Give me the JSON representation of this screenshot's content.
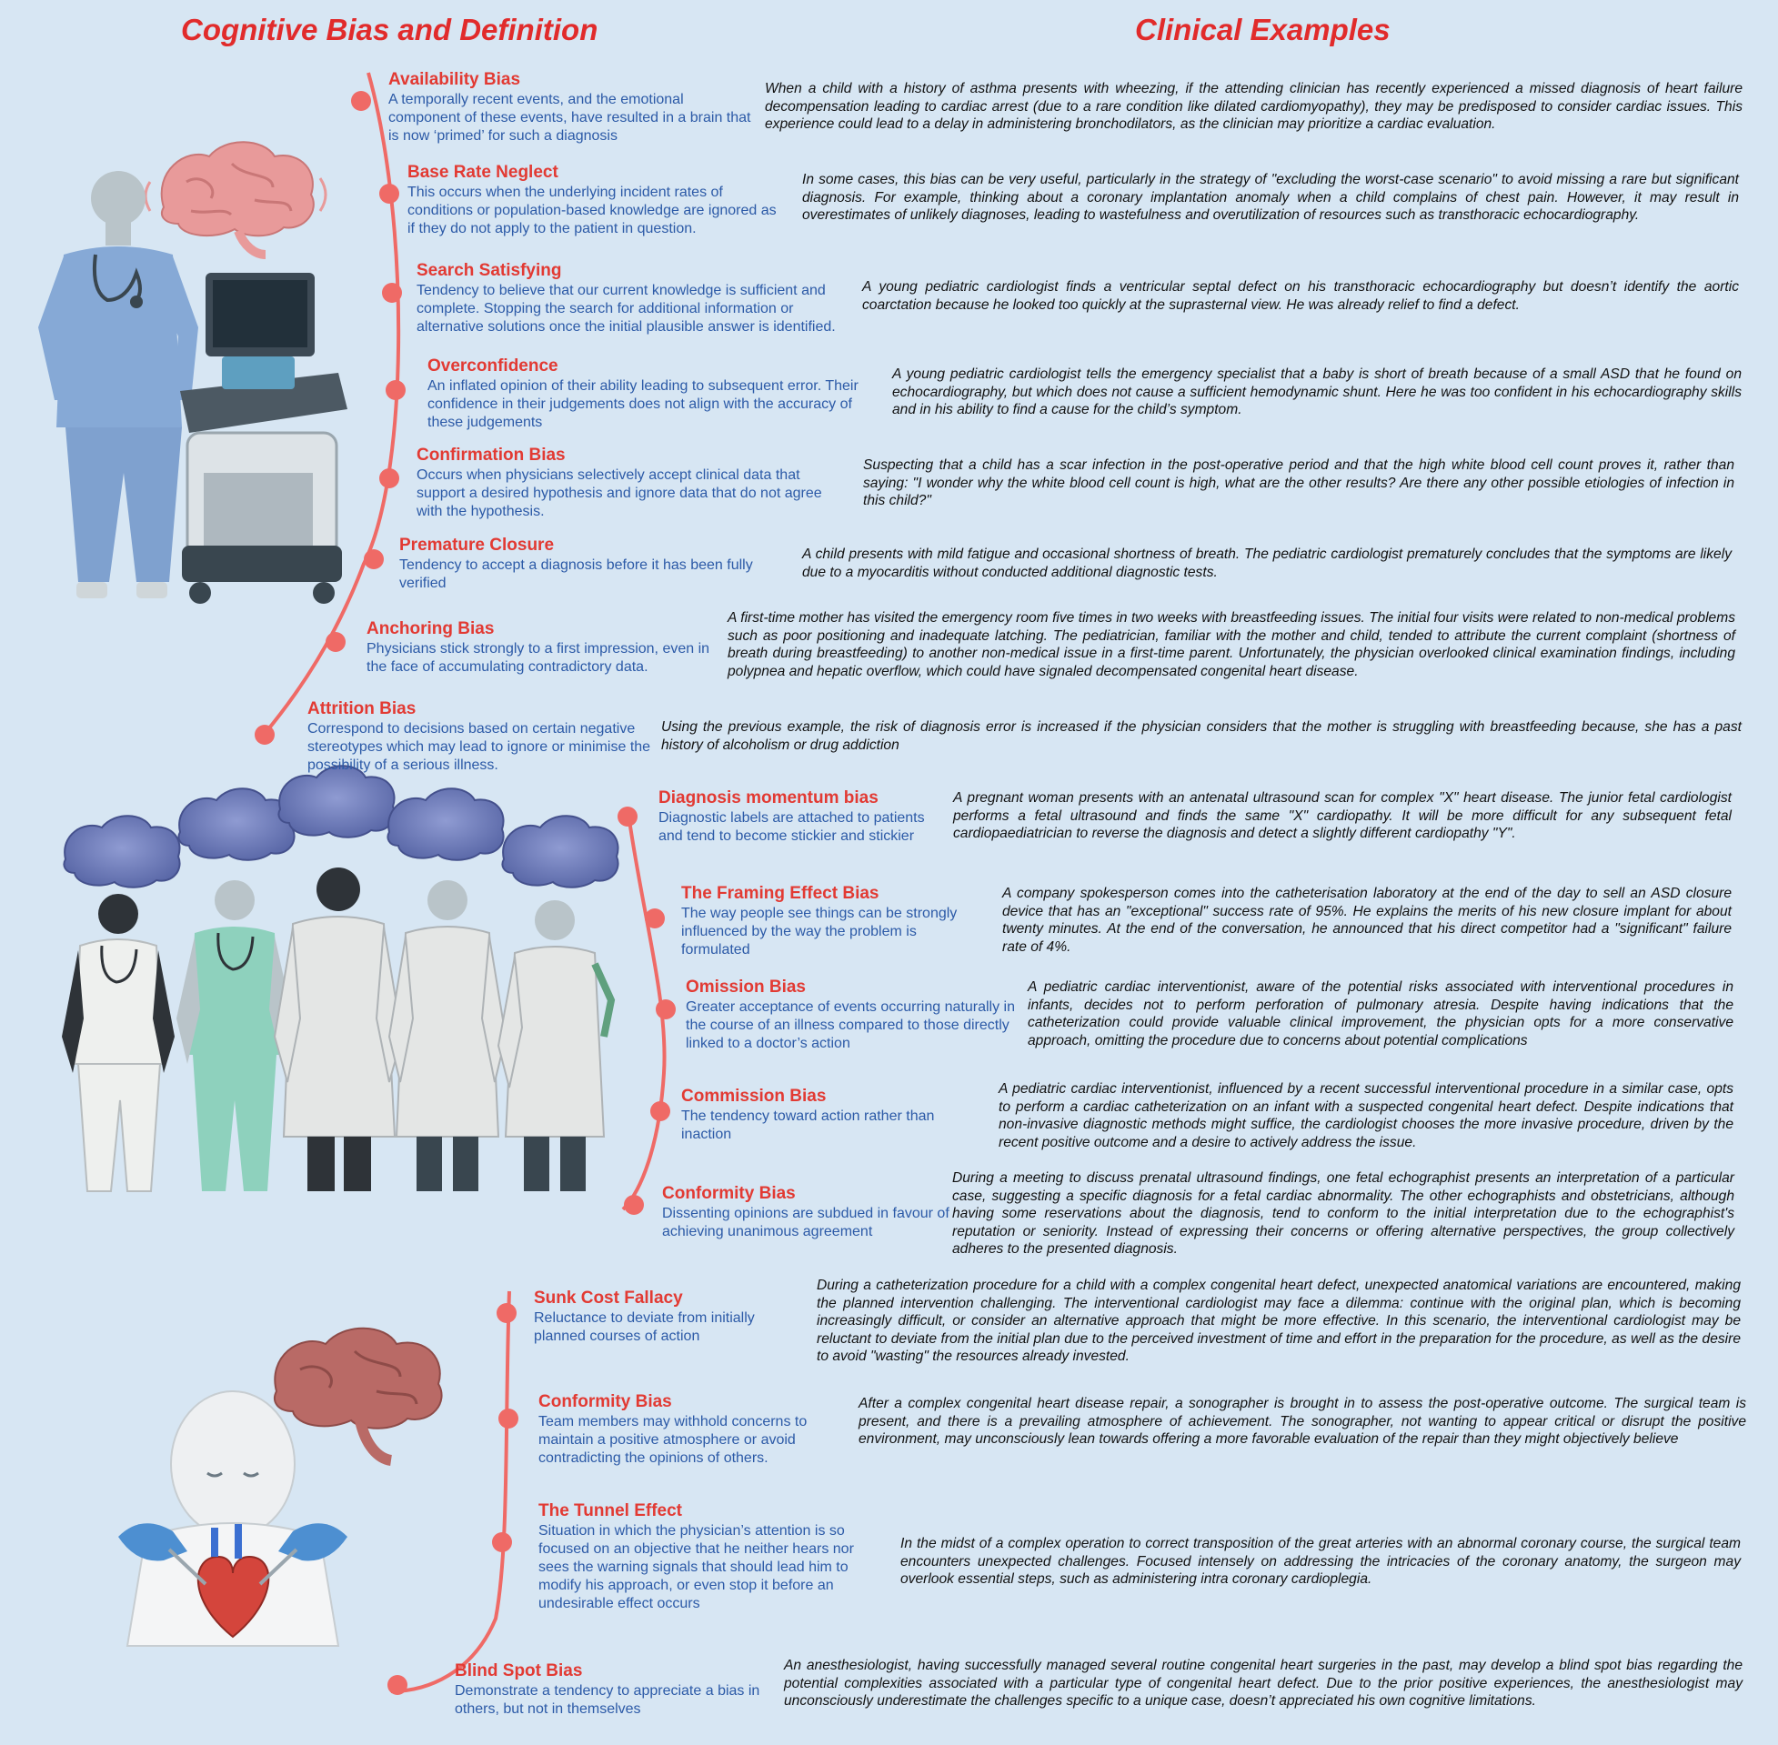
{
  "headers": {
    "left": "Cognitive Bias and Definition",
    "right": "Clinical Examples"
  },
  "colors": {
    "accent_red": "#e23a33",
    "definition_blue": "#2c5aa7",
    "background": "#d7e6f3",
    "timeline": "#ef6a66"
  },
  "illustrations": [
    "doctor-with-ultrasound-machine-illustration",
    "clinical-team-with-brains-illustration",
    "baby-heart-surgery-illustration"
  ],
  "biases": [
    {
      "title": "Availability Bias",
      "definition": "A temporally recent events, and the emotional component of these events, have resulted in a brain that is now ‘primed’ for such a diagnosis",
      "example": "When a child with a history of asthma presents with wheezing, if the attending clinician has recently experienced a missed diagnosis of heart failure decompensation leading to cardiac arrest (due to a rare condition like dilated cardiomyopathy), they may be predisposed to consider cardiac issues. This experience could lead to a delay in administering bronchodilators, as the clinician may prioritize a cardiac evaluation."
    },
    {
      "title": "Base Rate Neglect",
      "definition": "This occurs when the underlying incident rates of conditions or population-based knowledge are ignored as if they do not apply to the patient in question.",
      "example": "In some cases, this bias can be very useful, particularly in the strategy of \"excluding the worst-case scenario\" to avoid missing a rare but significant diagnosis. For example, thinking about a coronary implantation anomaly when a child complains of chest pain. However, it may result in overestimates of unlikely diagnoses, leading to wastefulness and overutilization of resources such as transthoracic echocardiography."
    },
    {
      "title": "Search Satisfying",
      "definition": "Tendency to believe that our current knowledge is sufficient and complete. Stopping the search for additional information or alternative solutions once the initial plausible answer is identified.",
      "example": "A young pediatric cardiologist finds a ventricular septal defect on his transthoracic echocardiography but doesn’t identify the aortic coarctation because he looked too quickly at the suprasternal view. He was already relief to find a defect."
    },
    {
      "title": "Overconfidence",
      "definition": "An inflated opinion of their ability leading to subsequent error. Their confidence in their judgements does not align with the accuracy of these judgements",
      "example": "A young pediatric cardiologist tells the emergency specialist that a baby is short of breath because of a small ASD that he found on echocardiography, but which does not cause a sufficient hemodynamic shunt. Here he was too confident in his echocardiography skills and in his ability to find a cause for the child’s symptom."
    },
    {
      "title": "Confirmation Bias",
      "definition": "Occurs when physicians selectively accept clinical data that support a desired hypothesis and ignore data that do not agree with the hypothesis.",
      "example": "Suspecting that a child has a scar infection in the post-operative period and that the high white blood cell count proves it, rather than saying: \"I wonder why the white blood cell count is high, what are the other results? Are there any other possible etiologies of infection in this child?\""
    },
    {
      "title": "Premature Closure",
      "definition": "Tendency to accept a diagnosis before it has been fully verified",
      "example": "A child presents with mild fatigue and occasional shortness of breath. The pediatric cardiologist prematurely concludes that the symptoms are likely due to a myocarditis without conducted additional diagnostic tests."
    },
    {
      "title": "Anchoring Bias",
      "definition": "Physicians stick strongly to a first impression, even in the face of accumulating contradictory data.",
      "example": "A first-time mother has visited the emergency room five times in two weeks with breastfeeding issues. The initial four visits were related to non-medical problems such as poor positioning and inadequate latching. The pediatrician, familiar with the mother and child, tended to attribute the current complaint (shortness of breath during breastfeeding) to another non-medical issue in a first-time parent. Unfortunately, the physician overlooked clinical examination findings, including polypnea and hepatic overflow, which could have signaled decompensated congenital heart disease."
    },
    {
      "title": "Attrition Bias",
      "definition": "Correspond to decisions based on certain negative stereotypes which may lead to ignore or minimise the possibility of a serious illness.",
      "example": "Using the previous example, the risk of diagnosis error is increased if the physician considers that the mother is struggling with breastfeeding because, she has a past history of alcoholism or drug addiction"
    },
    {
      "title": "Diagnosis momentum bias",
      "definition": "Diagnostic labels are attached to patients and tend to become stickier and stickier",
      "example": "A pregnant woman presents with an antenatal ultrasound scan for complex \"X\" heart disease. The junior fetal cardiologist performs a fetal ultrasound and finds the same \"X\" cardiopathy. It will be more difficult for any subsequent fetal cardiopaediatrician to reverse the diagnosis and detect a slightly different cardiopathy \"Y\"."
    },
    {
      "title": "The Framing Effect Bias",
      "definition": "The way people see things can be strongly influenced by the way the problem is formulated",
      "example": "A company spokesperson comes into the catheterisation laboratory at the end of the day to sell an ASD closure device that has an \"exceptional\" success rate of 95%. He explains the merits of his new closure implant for about twenty minutes. At the end of the conversation, he announced that his direct competitor had a \"significant\" failure rate of 4%."
    },
    {
      "title": "Omission Bias",
      "definition": "Greater acceptance of events occurring naturally in the course of an illness compared to those directly linked to a doctor’s action",
      "example": "A pediatric cardiac interventionist, aware of the potential risks associated with interventional procedures in infants, decides not to perform perforation of pulmonary atresia. Despite having indications that the catheterization could provide valuable clinical improvement, the physician opts for a more conservative approach, omitting the procedure due to concerns about potential complications"
    },
    {
      "title": "Commission Bias",
      "definition": "The tendency toward action rather than inaction",
      "example": "A pediatric cardiac interventionist, influenced by a recent successful interventional procedure in a similar case, opts to perform a cardiac catheterization on an infant with a suspected congenital heart defect. Despite indications that non-invasive diagnostic methods might suffice, the cardiologist chooses the more invasive procedure, driven by the recent positive outcome and a desire to actively address the issue."
    },
    {
      "title": "Conformity Bias",
      "definition": "Dissenting opinions are subdued in favour of achieving unanimous agreement",
      "example": "During a meeting to discuss prenatal ultrasound findings, one fetal echographist presents an interpretation of a particular case, suggesting a specific diagnosis for a fetal cardiac abnormality. The other echographists and obstetricians, although having some reservations about the diagnosis, tend to conform to the initial interpretation due to the echographist's reputation or seniority. Instead of expressing their concerns or offering alternative perspectives, the group collectively adheres to the presented diagnosis."
    },
    {
      "title": "Sunk Cost Fallacy",
      "definition": "Reluctance to deviate from initially planned courses of action",
      "example": "During a catheterization procedure for a child with a complex congenital heart defect, unexpected anatomical variations are encountered, making the planned intervention challenging. The interventional cardiologist may face a dilemma: continue with the original plan, which is becoming increasingly difficult, or consider an alternative approach that might be more effective. In this scenario, the interventional cardiologist may be reluctant to deviate from the initial plan due to the perceived investment of time and effort in the preparation for the procedure, as well as the desire to avoid \"wasting\" the resources already invested."
    },
    {
      "title": "Conformity Bias",
      "definition": "Team members may withhold concerns to maintain a positive atmosphere or avoid contradicting the opinions of others.",
      "example": "After a complex congenital heart disease repair, a sonographer is brought in to assess the post-operative outcome. The surgical team is present, and there is a prevailing atmosphere of achievement. The sonographer, not wanting to appear critical or disrupt the positive environment, may unconsciously lean towards offering a more favorable evaluation of the repair than they might objectively believe"
    },
    {
      "title": "The Tunnel Effect",
      "definition": "Situation in which the physician’s attention is so focused on an objective that he neither hears nor sees the warning signals that should lead him to modify his approach, or even stop it before an undesirable effect occurs",
      "example": "In the midst of a complex operation to correct transposition of the great arteries with an abnormal coronary course, the surgical team encounters unexpected challenges. Focused intensely on addressing the intricacies of the coronary anatomy, the surgeon may overlook essential steps, such as administering intra coronary cardioplegia."
    },
    {
      "title": "Blind Spot Bias",
      "definition": "Demonstrate a tendency to appreciate a bias in others, but not in themselves",
      "example": "An anesthesiologist, having successfully managed several routine congenital heart surgeries in the past, may develop a blind spot bias regarding the potential complexities associated with a particular type of congenital heart defect. Due to the prior positive experiences, the anesthesiologist may unconsciously underestimate the challenges specific to a unique case, doesn’t appreciated his own cognitive limitations."
    }
  ]
}
